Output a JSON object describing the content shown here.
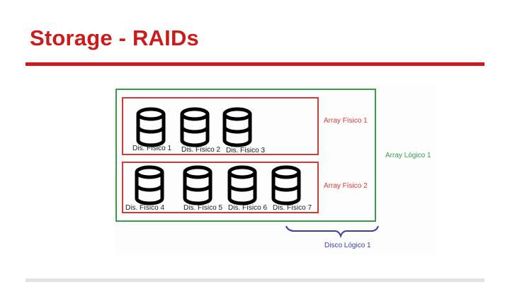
{
  "slide": {
    "title": "Storage - RAIDs"
  },
  "diagram": {
    "logical_array_label": "Array Lógico 1",
    "physical_arrays": [
      {
        "label": "Array Físico 1",
        "disks": [
          "Dis. Físico 1",
          "Dis. Físico 2",
          "Dis. Físico 3"
        ]
      },
      {
        "label": "Array Físico 2",
        "disks": [
          "Dis. Físico 4",
          "Dis. Físico 5",
          "Dis. Físico 6",
          "Dis. Físico 7"
        ]
      }
    ],
    "logical_disk_label": "Disco Lógico 1",
    "colors": {
      "title": "#cc1b1b",
      "logical_array": "#3a9d4a",
      "physical_array": "#d23a3a",
      "logical_disk": "#3c3ca8",
      "disk": "#000000"
    }
  }
}
